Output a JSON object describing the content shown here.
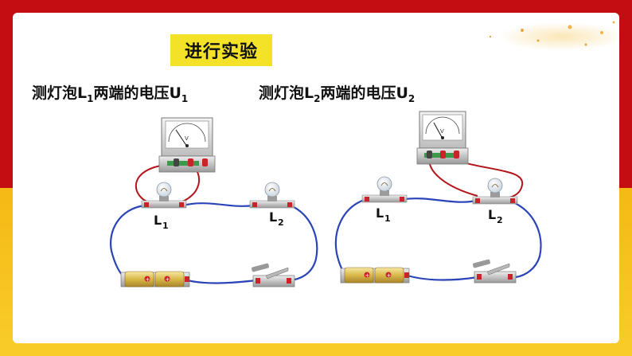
{
  "title": "进行实验",
  "captions": {
    "left": {
      "text": "测灯泡L",
      "sub": "1",
      "mid": "两端的电压U",
      "sub2": "1"
    },
    "right": {
      "text": "测灯泡L",
      "sub": "2",
      "mid": "两端的电压U",
      "sub2": "2"
    }
  },
  "circuits": {
    "left": {
      "bulb1": "L",
      "bulb1_sub": "1",
      "bulb2": "L",
      "bulb2_sub": "2",
      "meter_unit": "V"
    },
    "right": {
      "bulb1": "L",
      "bulb1_sub": "1",
      "bulb2": "L",
      "bulb2_sub": "2",
      "meter_unit": "V"
    }
  },
  "colors": {
    "red_band": "#c40d12",
    "yellow_band": "#f7c21e",
    "title_bg": "#f3e227",
    "wire_blue": "#2a44b8",
    "wire_red": "#b3141a"
  }
}
